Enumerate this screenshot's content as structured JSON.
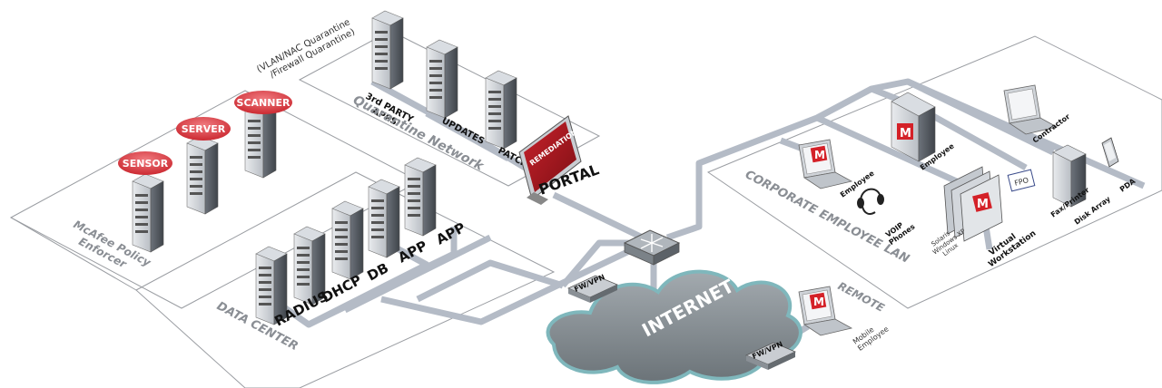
{
  "zones": {
    "quarantine_note_1": "(VLAN/NAC Quarantine",
    "quarantine_note_2": "/Firewall Quarantine)",
    "quarantine_network": "Quarantine Network",
    "policy_enforcer_1": "McAfee Policy",
    "policy_enforcer_2": "Enforcer",
    "data_center": "DATA CENTER",
    "corporate_lan": "CORPORATE EMPLOYEE LAN",
    "remote": "REMOTE"
  },
  "policy_enforcer": {
    "sensor": "SENSOR",
    "server": "SERVER",
    "scanner": "SCANNER"
  },
  "quarantine_servers": {
    "third_party_1": "3rd PARTY",
    "third_party_2": "APPS",
    "updates": "UPDATES",
    "patches": "PATCHES"
  },
  "portal": {
    "screen_text": "REMEDIATION",
    "label": "PORTAL"
  },
  "data_center_servers": {
    "radius": "RADIUS",
    "dhcp": "DHCP",
    "db": "DB",
    "app1": "APP",
    "app2": "APP"
  },
  "network": {
    "internet": "INTERNET",
    "fw_vpn_1": "FW/VPN",
    "fw_vpn_2": "FW/VPN"
  },
  "lan_devices": {
    "employee_laptop": "Employee",
    "employee_desktop": "Employee",
    "contractor": "Contractor",
    "voip_1": "VOIP",
    "voip_2": "Phones",
    "os_1": "Solaris",
    "os_2": "Windows XP",
    "os_3": "Linux",
    "virtual_1": "Virtual",
    "virtual_2": "Workstation",
    "fpo": "FPO",
    "fax_printer": "Fax/Printer",
    "disk_array": "Disk Array",
    "pda": "PDA",
    "brand_mark": "M"
  },
  "remote_devices": {
    "mobile_1": "Mobile",
    "mobile_2": "Employee"
  },
  "colors": {
    "link": "#b4bbc6",
    "zone_line": "#9a9da2",
    "badge": "#d9383f",
    "brand": "#d42128",
    "cloud": "#8c9398"
  }
}
